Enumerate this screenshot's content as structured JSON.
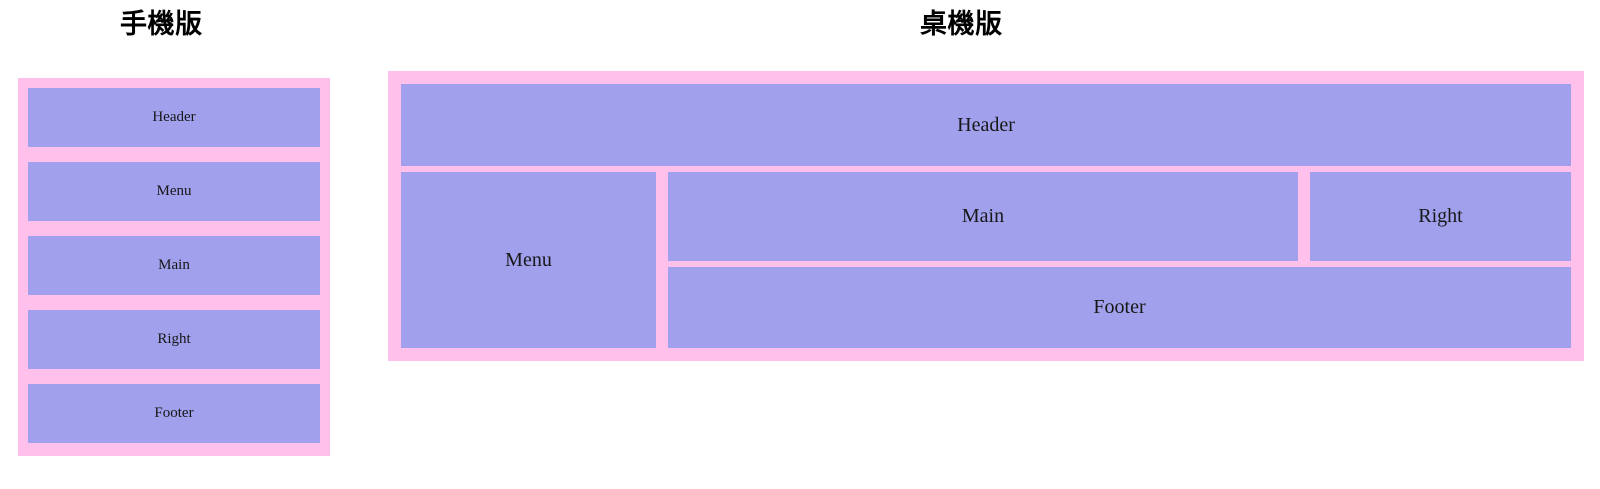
{
  "colors": {
    "purple": "#a0a0ec",
    "pink": "#ffc0ec",
    "text": "#181818",
    "title_text": "#000000",
    "page_background": "#ffffff"
  },
  "mobile": {
    "title": "手機版",
    "regions": [
      {
        "key": "header",
        "label": "Header"
      },
      {
        "key": "menu",
        "label": "Menu"
      },
      {
        "key": "main",
        "label": "Main"
      },
      {
        "key": "right",
        "label": "Right"
      },
      {
        "key": "footer",
        "label": "Footer"
      }
    ]
  },
  "desktop": {
    "title": "桌機版",
    "regions": [
      {
        "key": "header",
        "label": "Header"
      },
      {
        "key": "menu",
        "label": "Menu"
      },
      {
        "key": "main",
        "label": "Main"
      },
      {
        "key": "right",
        "label": "Right"
      },
      {
        "key": "footer",
        "label": "Footer"
      }
    ]
  }
}
